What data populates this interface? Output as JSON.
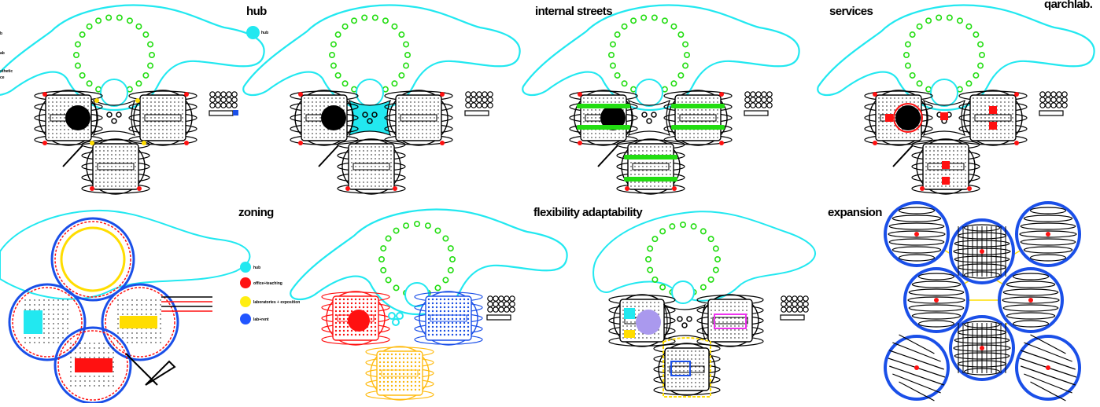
{
  "titles": {
    "hub": "hub",
    "streets": "internal streets",
    "services": "services",
    "brand": "qarchlab.",
    "zoning": "zoning",
    "flex": "flexibility adaptability",
    "expansion": "expansion"
  },
  "legend_hub": {
    "label": "hub",
    "color": "#22e8f0"
  },
  "zoning_legend": [
    {
      "label": "hub",
      "color": "#22e8f0"
    },
    {
      "label": "office+teaching",
      "color": "#ff1111"
    },
    {
      "label": "laboratories + exposition",
      "color": "#ffee11"
    },
    {
      "label": "lab+rent",
      "color": "#2255ff"
    }
  ],
  "left_legend": [
    "b",
    "ab",
    "sthetic",
    "ce"
  ],
  "colors": {
    "roof": "#22e8f0",
    "ring": "#22dd11",
    "street": "#22dd11",
    "service": "#ff1111",
    "expansion": "#1a4fe8",
    "zone_yellow": "#ffdd00",
    "zone_orange": "#ffbb11"
  }
}
